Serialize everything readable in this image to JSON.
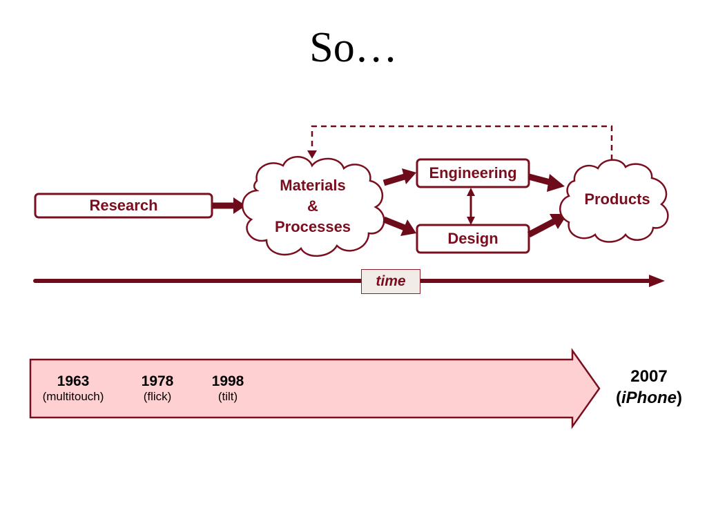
{
  "slide": {
    "title": "So…"
  },
  "flow": {
    "research": "Research",
    "materials": [
      "Materials",
      "&",
      "Processes"
    ],
    "engineering": "Engineering",
    "design": "Design",
    "products": "Products",
    "time_label": "time"
  },
  "timeline": {
    "events": [
      {
        "year": "1963",
        "label": "(multitouch)"
      },
      {
        "year": "1978",
        "label": "(flick)"
      },
      {
        "year": "1998",
        "label": "(tilt)"
      }
    ],
    "final": {
      "year": "2007",
      "paren_open": "(",
      "label": "iPhone",
      "paren_close": ")"
    }
  },
  "colors": {
    "maroon": "#7a0e1f",
    "timeline_fill": "#ffd0d2",
    "time_tag_fill": "#f2ece8"
  }
}
